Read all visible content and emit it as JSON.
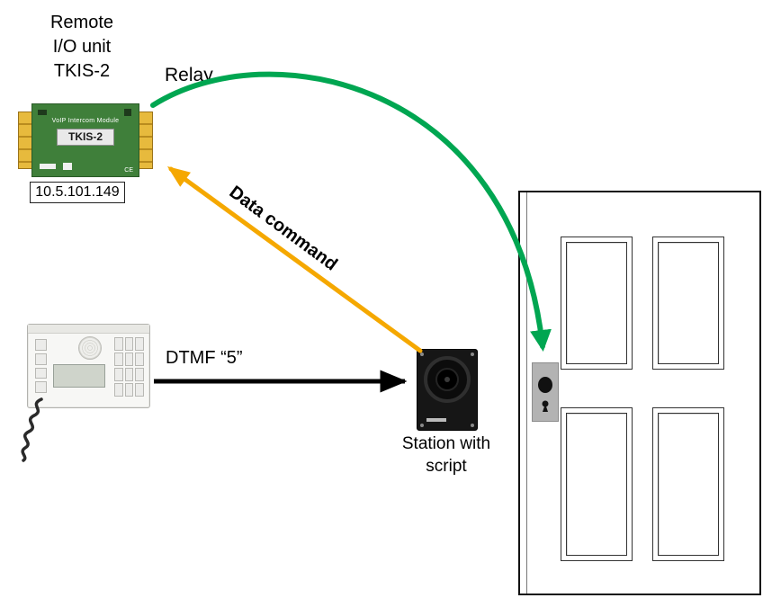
{
  "device": {
    "label_lines": [
      "Remote",
      "I/O unit",
      "TKIS-2"
    ],
    "board_subtitle": "VoIP Intercom Module",
    "board_title": "TKIS-2",
    "ce_mark": "CE",
    "ip_address": "10.5.101.149"
  },
  "labels": {
    "relay": "Relay",
    "data_command": "Data command",
    "dtmf": "DTMF “5”",
    "station_lines": [
      "Station with",
      "script"
    ]
  },
  "colors": {
    "relay_arrow": "#00A651",
    "data_command_arrow": "#F5A800",
    "dtmf_arrow": "#000000"
  }
}
